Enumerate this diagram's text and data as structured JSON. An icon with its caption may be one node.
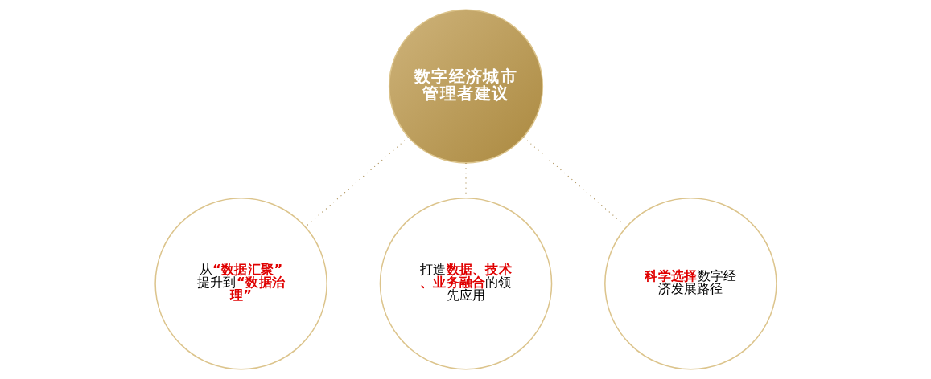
{
  "diagram": {
    "nodes": [
      {
        "text": [
          "数字经济城市管理者建议"
        ]
      },
      {
        "text": [
          "从**“数据汇聚”**提升到**“数据治理”**"
        ]
      },
      {
        "text": [
          "打造**数据、技术、业务融合**的领先应用"
        ]
      },
      {
        "text": [
          "**科学选择**数字经济发展路径"
        ]
      }
    ],
    "edges": [
      {
        "from": 0,
        "to": 1,
        "arrow": "none",
        "style": "dashed"
      },
      {
        "from": 0,
        "to": 2,
        "arrow": "none",
        "style": "dashed"
      },
      {
        "from": 0,
        "to": 3,
        "arrow": "none",
        "style": "dashed"
      }
    ]
  }
}
